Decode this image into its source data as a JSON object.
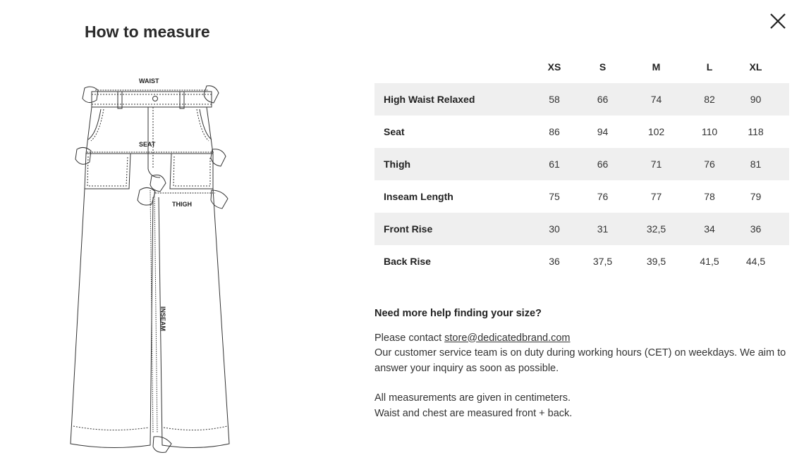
{
  "modal": {
    "title": "How to measure",
    "close_icon": "close-icon"
  },
  "illustration": {
    "labels": {
      "waist": "WAIST",
      "seat": "SEAT",
      "thigh": "THIGH",
      "inseam": "INSEAM"
    }
  },
  "size_table": {
    "headers": [
      "XS",
      "S",
      "M",
      "L",
      "XL"
    ],
    "rows": [
      {
        "label": "High Waist Relaxed",
        "values": [
          "58",
          "66",
          "74",
          "82",
          "90"
        ]
      },
      {
        "label": "Seat",
        "values": [
          "86",
          "94",
          "102",
          "110",
          "118"
        ]
      },
      {
        "label": "Thigh",
        "values": [
          "61",
          "66",
          "71",
          "76",
          "81"
        ]
      },
      {
        "label": "Inseam Length",
        "values": [
          "75",
          "76",
          "77",
          "78",
          "79"
        ]
      },
      {
        "label": "Front Rise",
        "values": [
          "30",
          "31",
          "32,5",
          "34",
          "36"
        ]
      },
      {
        "label": "Back Rise",
        "values": [
          "36",
          "37,5",
          "39,5",
          "41,5",
          "44,5"
        ]
      }
    ]
  },
  "help": {
    "heading": "Need more help finding your size?",
    "contact_prefix": "Please contact ",
    "contact_email": "store@dedicatedbrand.com",
    "service_text": "Our customer service team is on duty during working hours (CET) on weekdays. We aim to answer your inquiry as soon as possible.",
    "note_1": "All measurements are given in centimeters.",
    "note_2": "Waist and chest are measured front + back."
  },
  "colors": {
    "row_shade": "#efefef",
    "text": "#222222"
  }
}
